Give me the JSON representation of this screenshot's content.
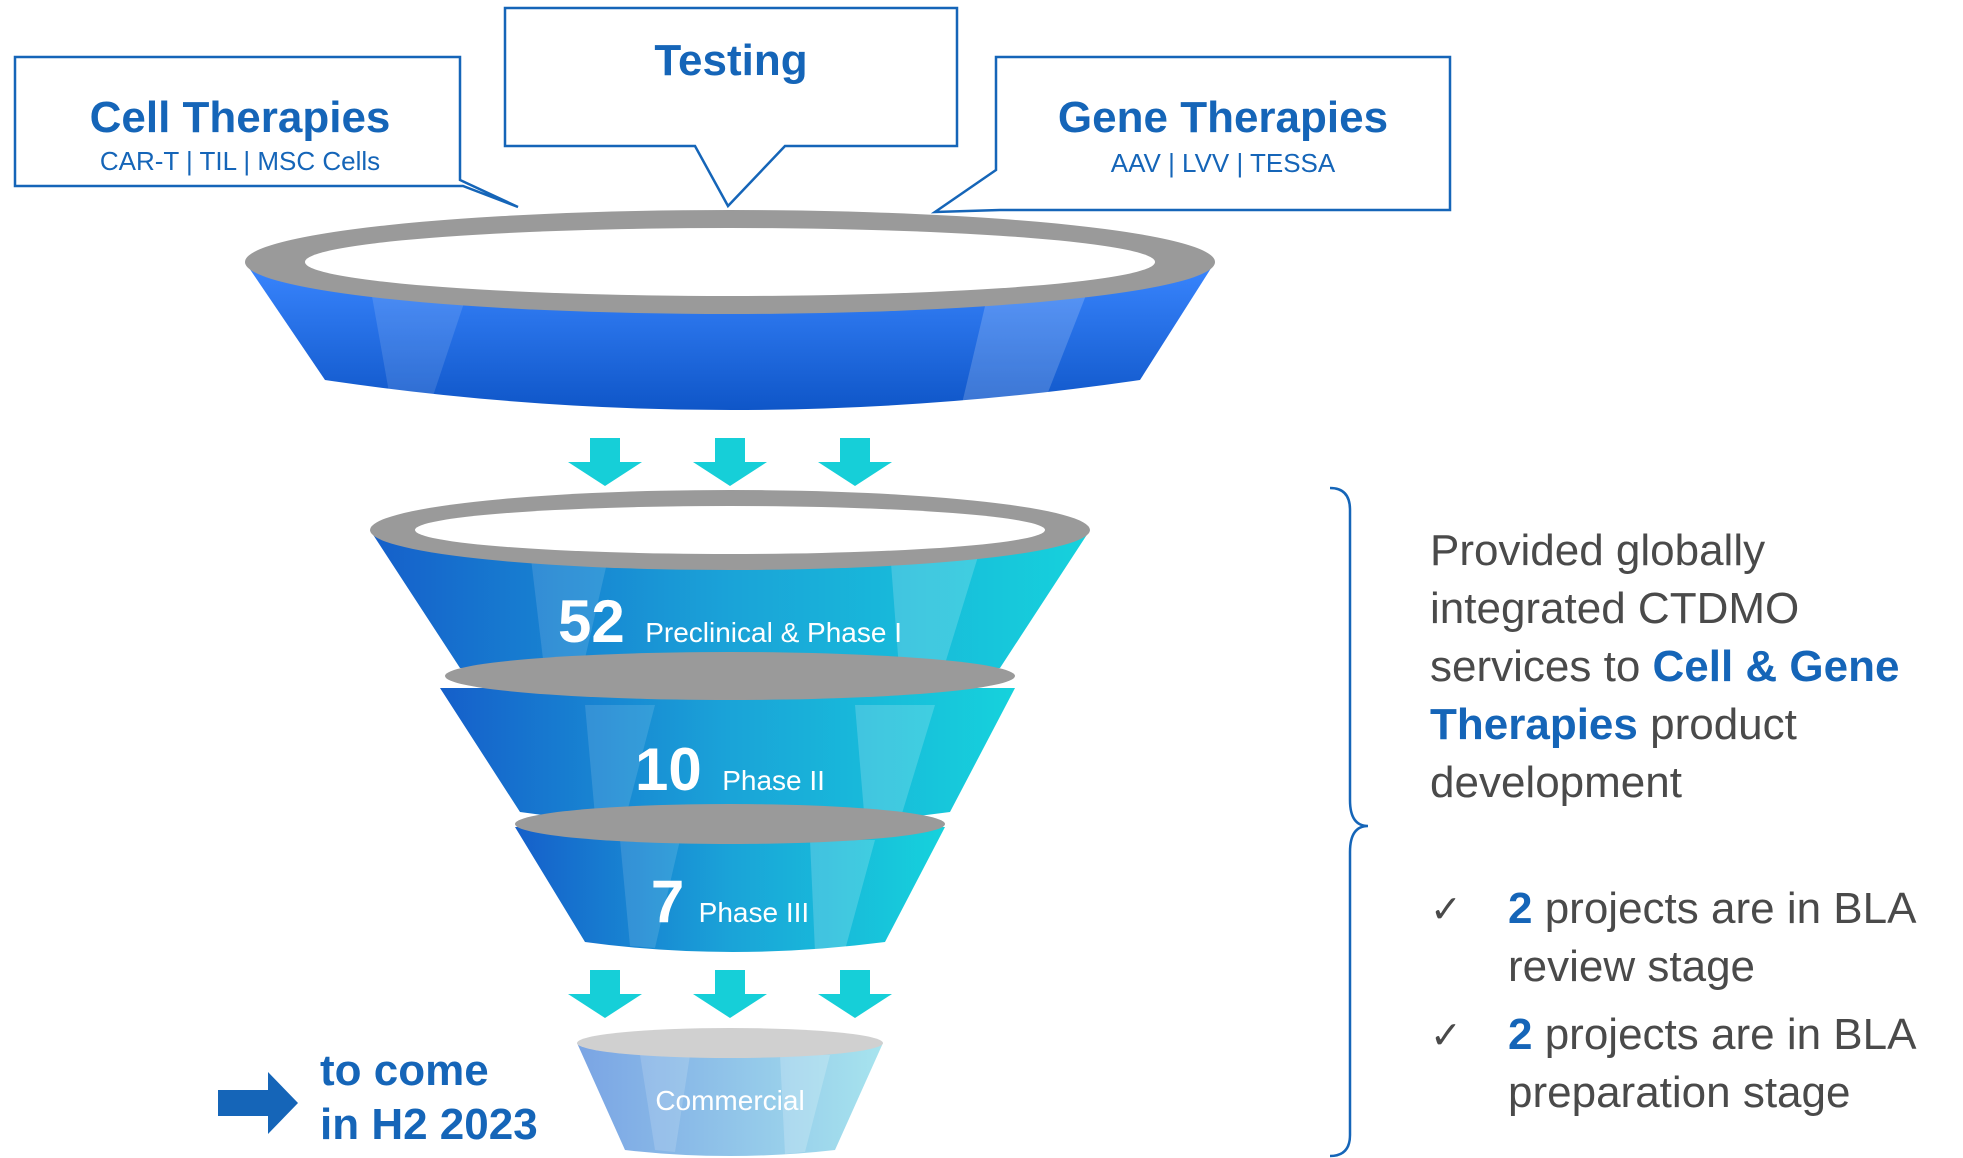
{
  "callouts": {
    "cell": {
      "title": "Cell Therapies",
      "subtitle": "CAR-T | TIL | MSC Cells"
    },
    "testing": {
      "title": "Testing"
    },
    "gene": {
      "title": "Gene Therapies",
      "subtitle": "AAV | LVV | TESSA"
    }
  },
  "stages": [
    {
      "number": "52",
      "label": "Preclinical & Phase I"
    },
    {
      "number": "10",
      "label": "Phase II"
    },
    {
      "number": "7",
      "label": "Phase III"
    },
    {
      "number": "",
      "label": "Commercial"
    }
  ],
  "to_come": {
    "line1": "to come",
    "line2": "in H2 2023"
  },
  "summary": {
    "pre": "Provided globally integrated CTDMO services to ",
    "highlight": "Cell & Gene Therapies",
    "post": " product development"
  },
  "bullets": [
    {
      "count": "2",
      "text": " projects are in BLA review stage"
    },
    {
      "count": "2",
      "text": " projects are in BLA preparation stage"
    }
  ],
  "icons": {
    "check": "✓",
    "arrow_down": "arrow-down-icon",
    "arrow_right": "arrow-right-icon",
    "brace": "curly-brace-icon"
  },
  "colors": {
    "brand_blue": "#1565b8",
    "funnel_dark": "#1660d0",
    "funnel_light": "#16cfd8",
    "arrow": "#16cfd8",
    "ring": "#9a9a9a"
  }
}
